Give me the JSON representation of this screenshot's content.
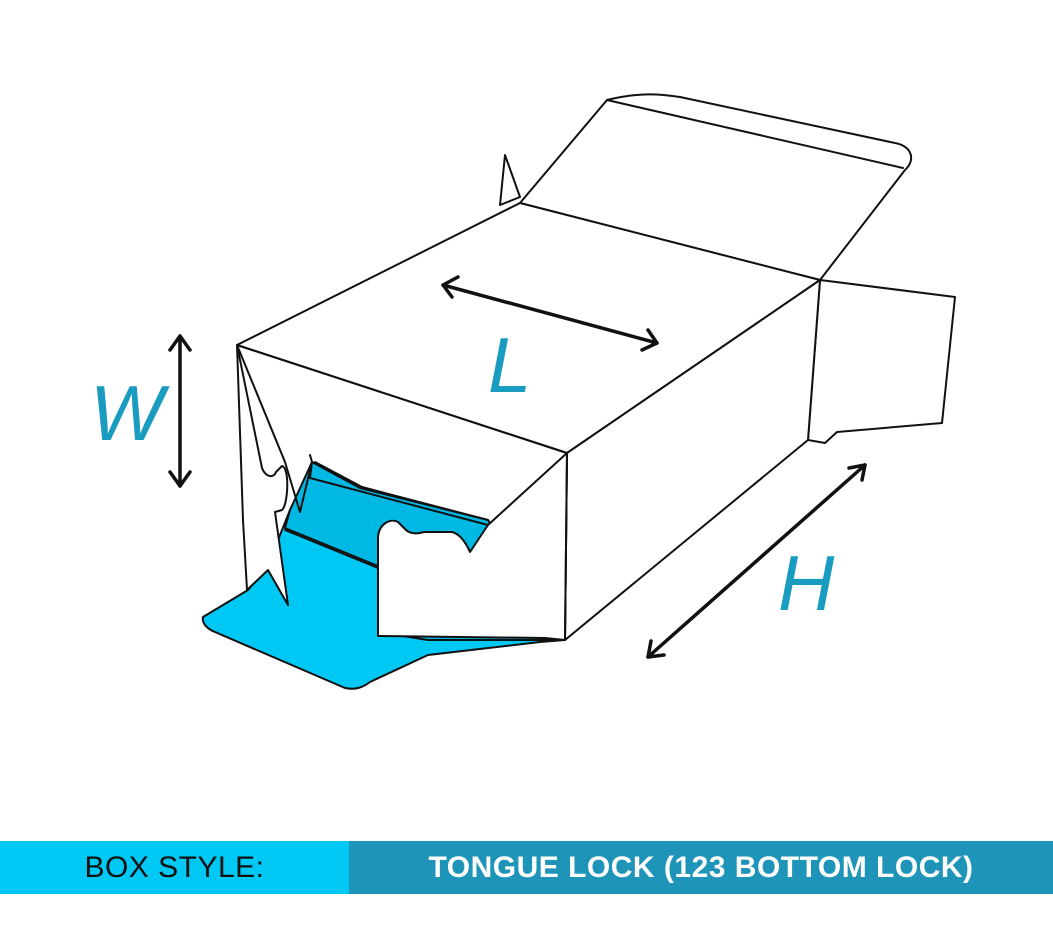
{
  "dimensions": {
    "width_label": "W",
    "length_label": "L",
    "height_label": "H"
  },
  "footer": {
    "label": "BOX STYLE:",
    "value": "TONGUE LOCK (123 BOTTOM LOCK)"
  },
  "colors": {
    "accent": "#00C8F5",
    "label_text": "#1A9CC0",
    "outline": "#111111",
    "footer_left_bg": "#00C8F5",
    "footer_right_bg": "#1E95B8"
  }
}
